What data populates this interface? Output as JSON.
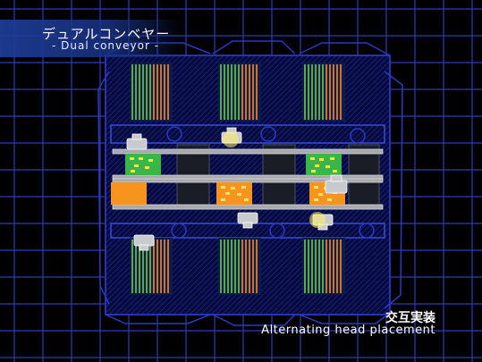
{
  "title": {
    "jp": "デュアルコンベヤー",
    "en": "- Dual conveyor -"
  },
  "caption": {
    "jp": "交互実装",
    "en": "Alternating head placement"
  },
  "colors": {
    "background": "#000000",
    "grid": "#3a46d8",
    "frame": "#2a38c8",
    "rail": "#a7a9ac",
    "board_green": "#39b54a",
    "board_orange": "#f7941d",
    "reel_green": "#5aa845",
    "reel_orange": "#c8762a"
  }
}
